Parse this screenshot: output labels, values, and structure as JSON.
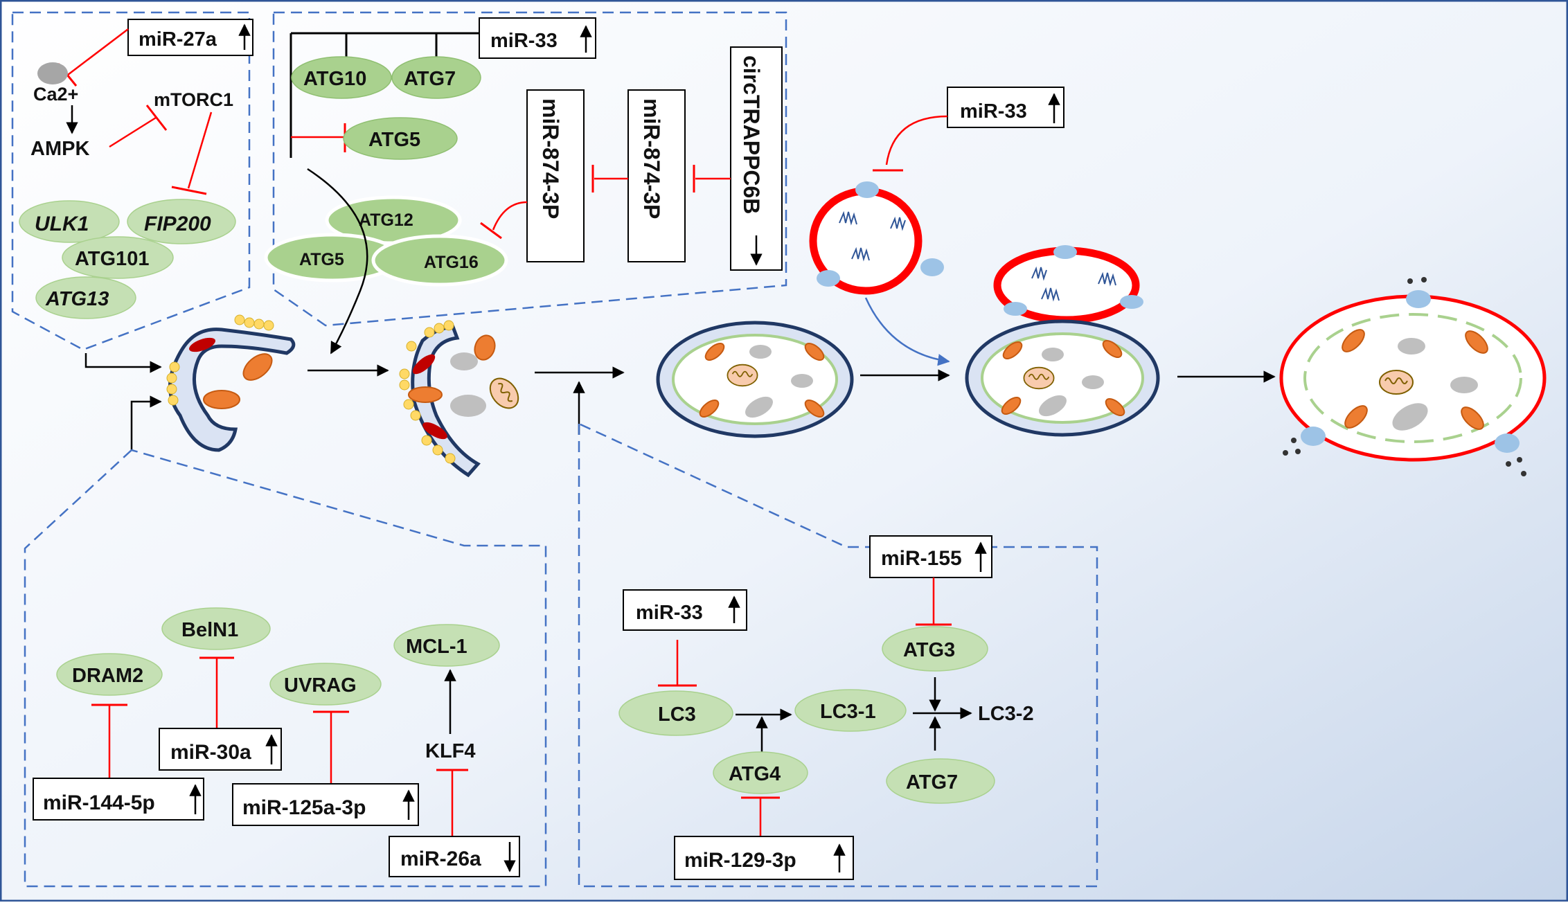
{
  "colors": {
    "frame": "#2f5597",
    "dash": "#4472c4",
    "inhibit": "#ff0000",
    "activate": "#000000",
    "protein_fill": "#a9d18e",
    "protein_light": "#c5e0b4",
    "membrane": "#203864",
    "lysosome": "#ff0000",
    "vesicle": "#9dc3e6",
    "mito": "#f8cbad",
    "organelle": "#ed7d31",
    "gray": "#bfbfbf",
    "lipid": "#ffd966"
  },
  "init_panel": {
    "mir27a": "miR-27a",
    "ca2": "Ca2+",
    "mtorc1": "mTORC1",
    "ampk": "AMPK",
    "ulk1": "ULK1",
    "fip200": "FIP200",
    "atg101": "ATG101",
    "atg13": "ATG13"
  },
  "conj_panel": {
    "mir33": "miR-33",
    "atg10": "ATG10",
    "atg7": "ATG7",
    "atg5_top": "ATG5",
    "atg12": "ATG12",
    "atg5": "ATG5",
    "atg16": "ATG16",
    "mir874_a": "miR-874-3P",
    "mir874_b": "miR-874-3P",
    "circ": "circTRAPPC6B"
  },
  "lysosome": {
    "mir33": "miR-33"
  },
  "nucleation_panel": {
    "dram2": "DRAM2",
    "beln1": "BelN1",
    "uvrag": "UVRAG",
    "mcl1": "MCL-1",
    "klf4": "KLF4",
    "mir30a": "miR-30a",
    "mir144": "miR-144-5p",
    "mir125": "miR-125a-3p",
    "mir26a": "miR-26a"
  },
  "lc3_panel": {
    "mir155": "miR-155",
    "mir33": "miR-33",
    "atg3": "ATG3",
    "lc3": "LC3",
    "lc3_1": "LC3-1",
    "lc3_2": "LC3-2",
    "atg4": "ATG4",
    "atg7": "ATG7",
    "mir129": "miR-129-3p"
  }
}
